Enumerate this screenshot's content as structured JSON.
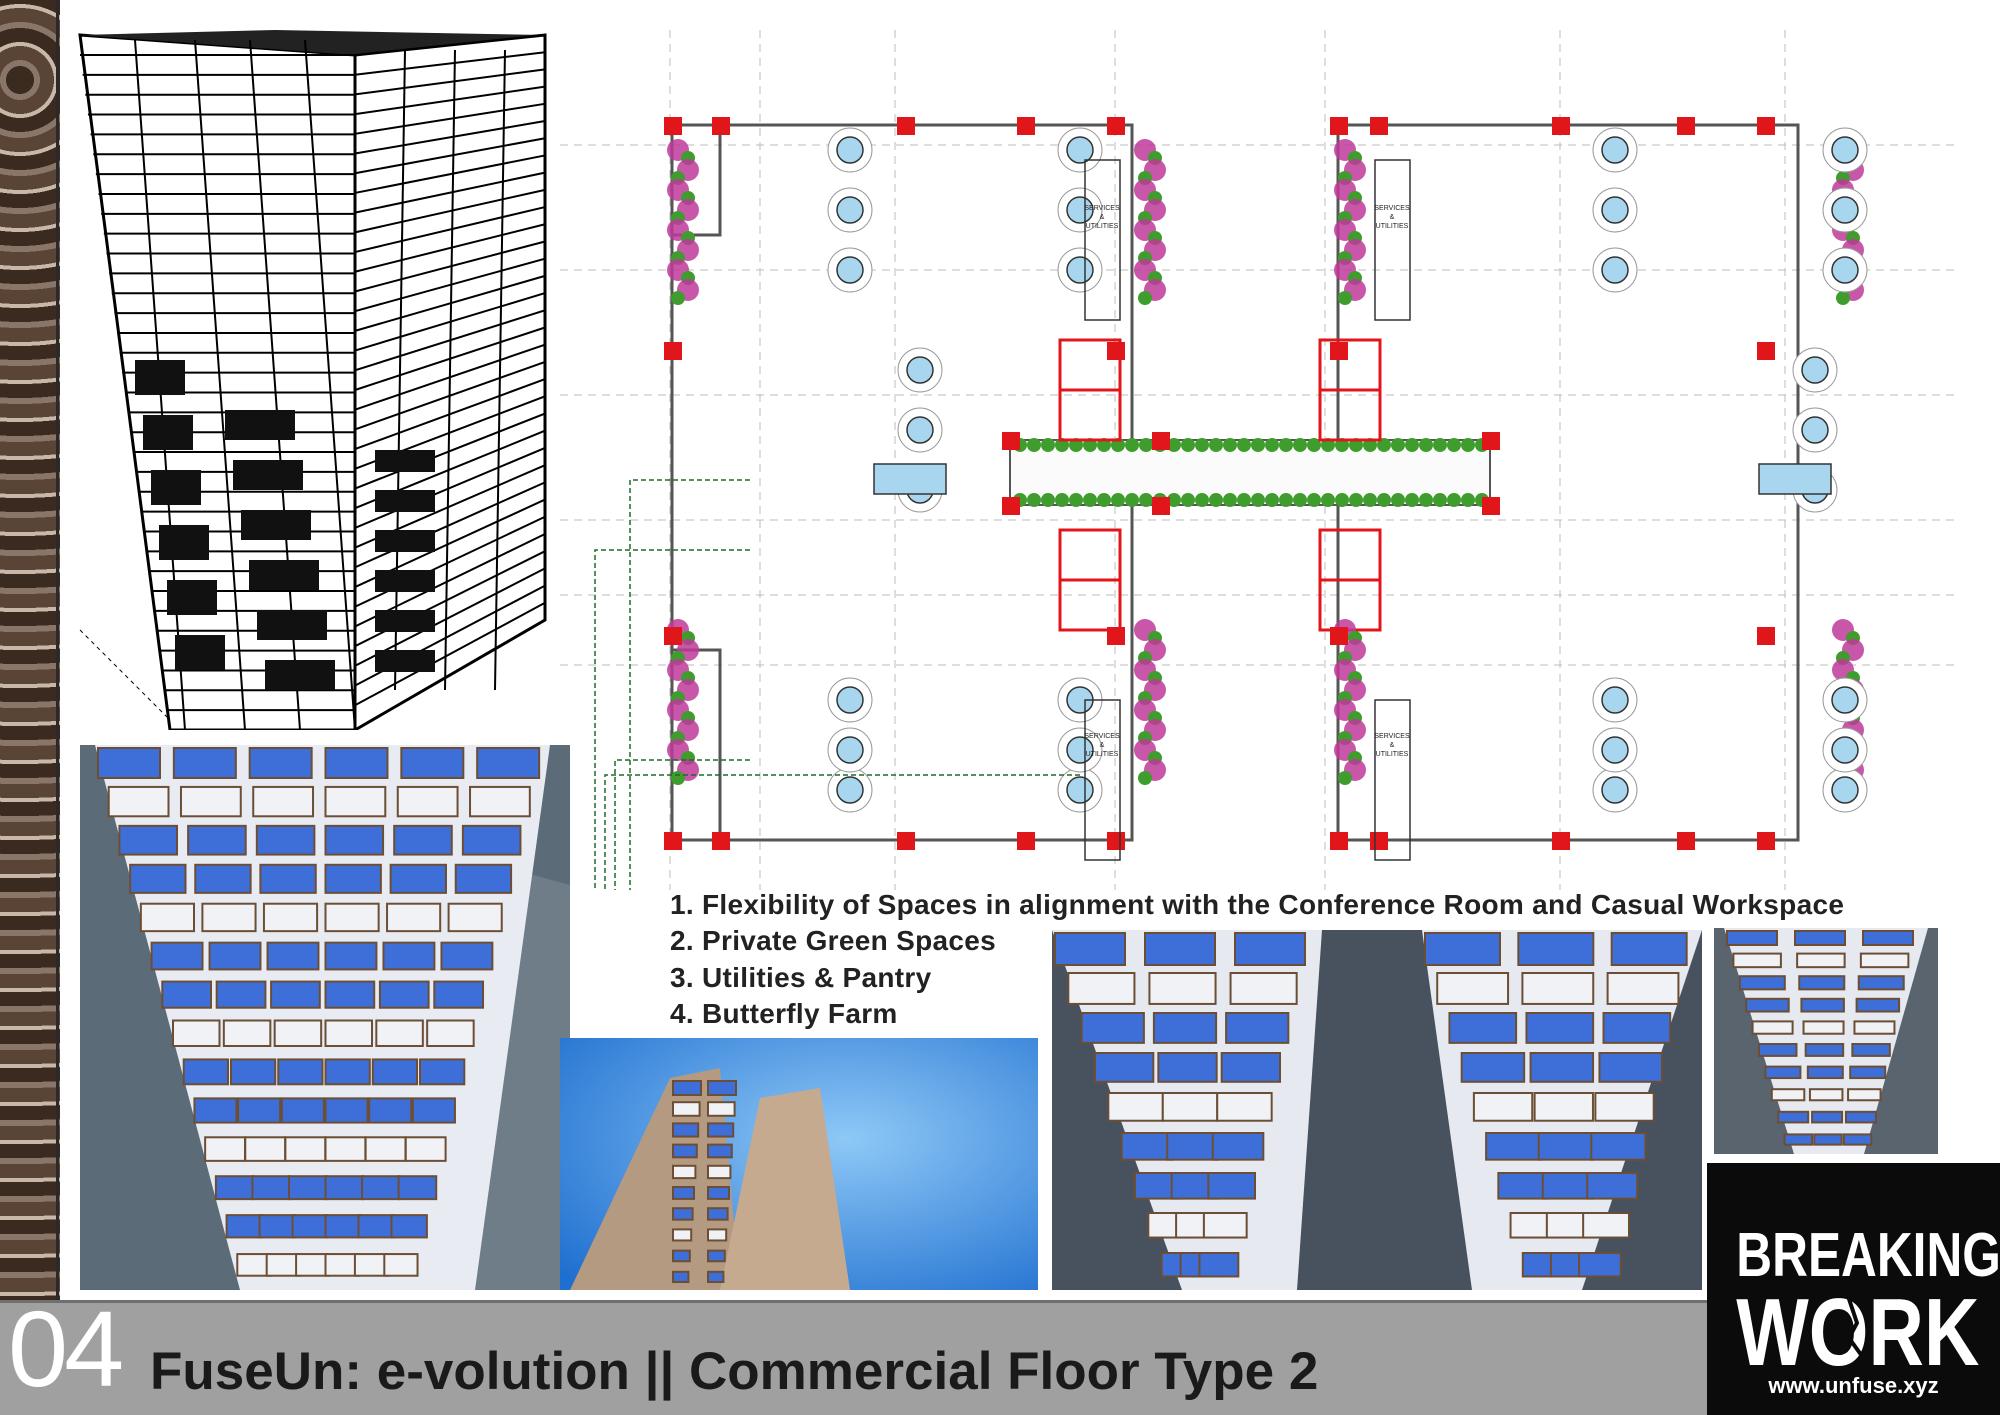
{
  "sheet": {
    "page_number": "04",
    "title": "FuseUn: e-volution  || Commercial Floor Type 2"
  },
  "legend": {
    "items": [
      "1. Flexibility of Spaces in alignment with the Conference Room and Casual Workspace",
      "2. Private Green Spaces",
      "3. Utilities & Pantry",
      "4. Butterfly Farm"
    ]
  },
  "plan": {
    "service_label_1": "SERVICES",
    "service_label_2": "&",
    "service_label_3": "UTILITIES"
  },
  "brand": {
    "line1": "BREAKING",
    "line2": "WORK",
    "url": "www.unfuse.xyz"
  },
  "colors": {
    "column_red": "#e0161b",
    "table_blue": "#a9d6ef",
    "planter_green": "#3f9d2e",
    "flower_pink": "#c0399a",
    "footer_grey": "#a0a0a0",
    "solar_blue": "#3e6fd8",
    "sky_blue": "#3e8fe0"
  }
}
